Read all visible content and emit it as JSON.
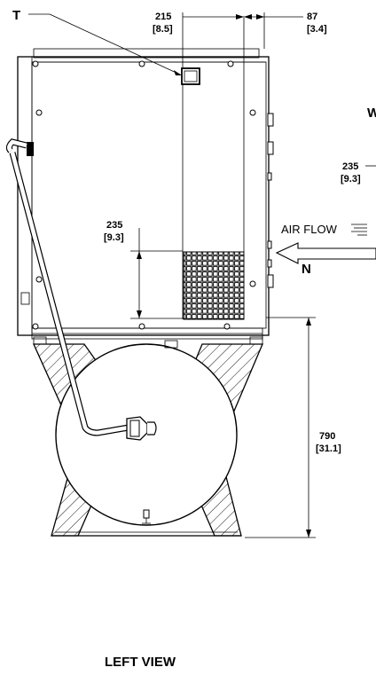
{
  "labels": {
    "t": "T",
    "n": "N",
    "w": "W",
    "air_flow": "AIR FLOW",
    "view_title": "LEFT VIEW"
  },
  "dimensions": {
    "top_a": {
      "mm": "215",
      "in": "[8.5]"
    },
    "top_b": {
      "mm": "87",
      "in": "[3.4]"
    },
    "grille_height": {
      "mm": "235",
      "in": "[9.3]"
    },
    "side_partial": {
      "mm": "235",
      "in": "[9.3]"
    },
    "overall_height": {
      "mm": "790",
      "in": "[31.1]"
    }
  }
}
